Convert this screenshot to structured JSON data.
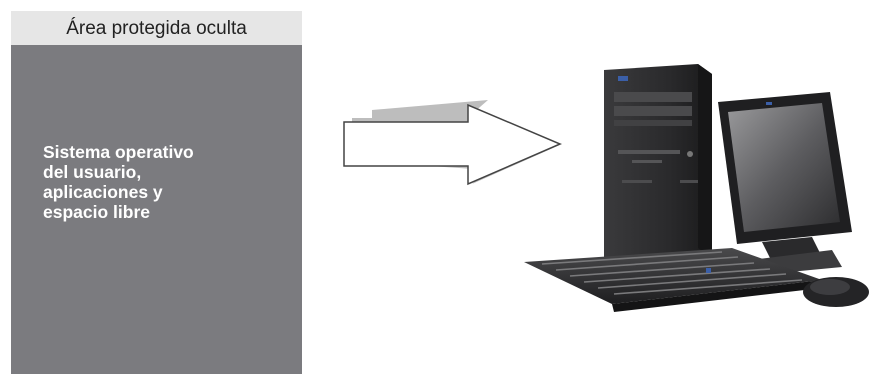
{
  "hidden_area": {
    "title": "Área protegida oculta"
  },
  "os_area": {
    "lines": [
      "Sistema operativo",
      "del usuario,",
      "aplicaciones y",
      "espacio libre"
    ]
  },
  "colors": {
    "panel": "#7b7b7f",
    "header": "#e6e6e6",
    "label_text": "#ffffff"
  },
  "icons": {
    "arrow": "right-arrow-icon",
    "computer": "desktop-computer-icon"
  }
}
